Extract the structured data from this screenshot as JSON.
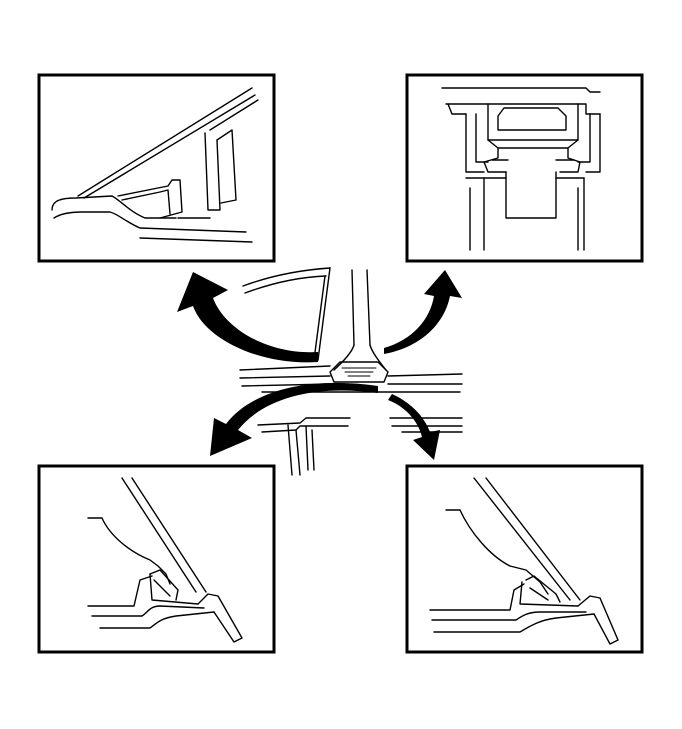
{
  "figure": {
    "stroke_color": "#000000",
    "background_color": "#ffffff",
    "panels": [
      {
        "id": "top-left",
        "depicts": "windshield-edge-molding-cross-section"
      },
      {
        "id": "top-right",
        "depicts": "roof-ditch-molding-clip-cross-section"
      },
      {
        "id": "bottom-left",
        "depicts": "pillar-seal-cross-section"
      },
      {
        "id": "bottom-right",
        "depicts": "pillar-seal-cross-section-alternate"
      }
    ],
    "arrows": [
      {
        "id": "to-top-left",
        "direction": "up-left"
      },
      {
        "id": "to-top-right",
        "direction": "up-right"
      },
      {
        "id": "to-bottom-left",
        "direction": "down-left"
      },
      {
        "id": "to-bottom-right",
        "direction": "down-right"
      }
    ]
  }
}
